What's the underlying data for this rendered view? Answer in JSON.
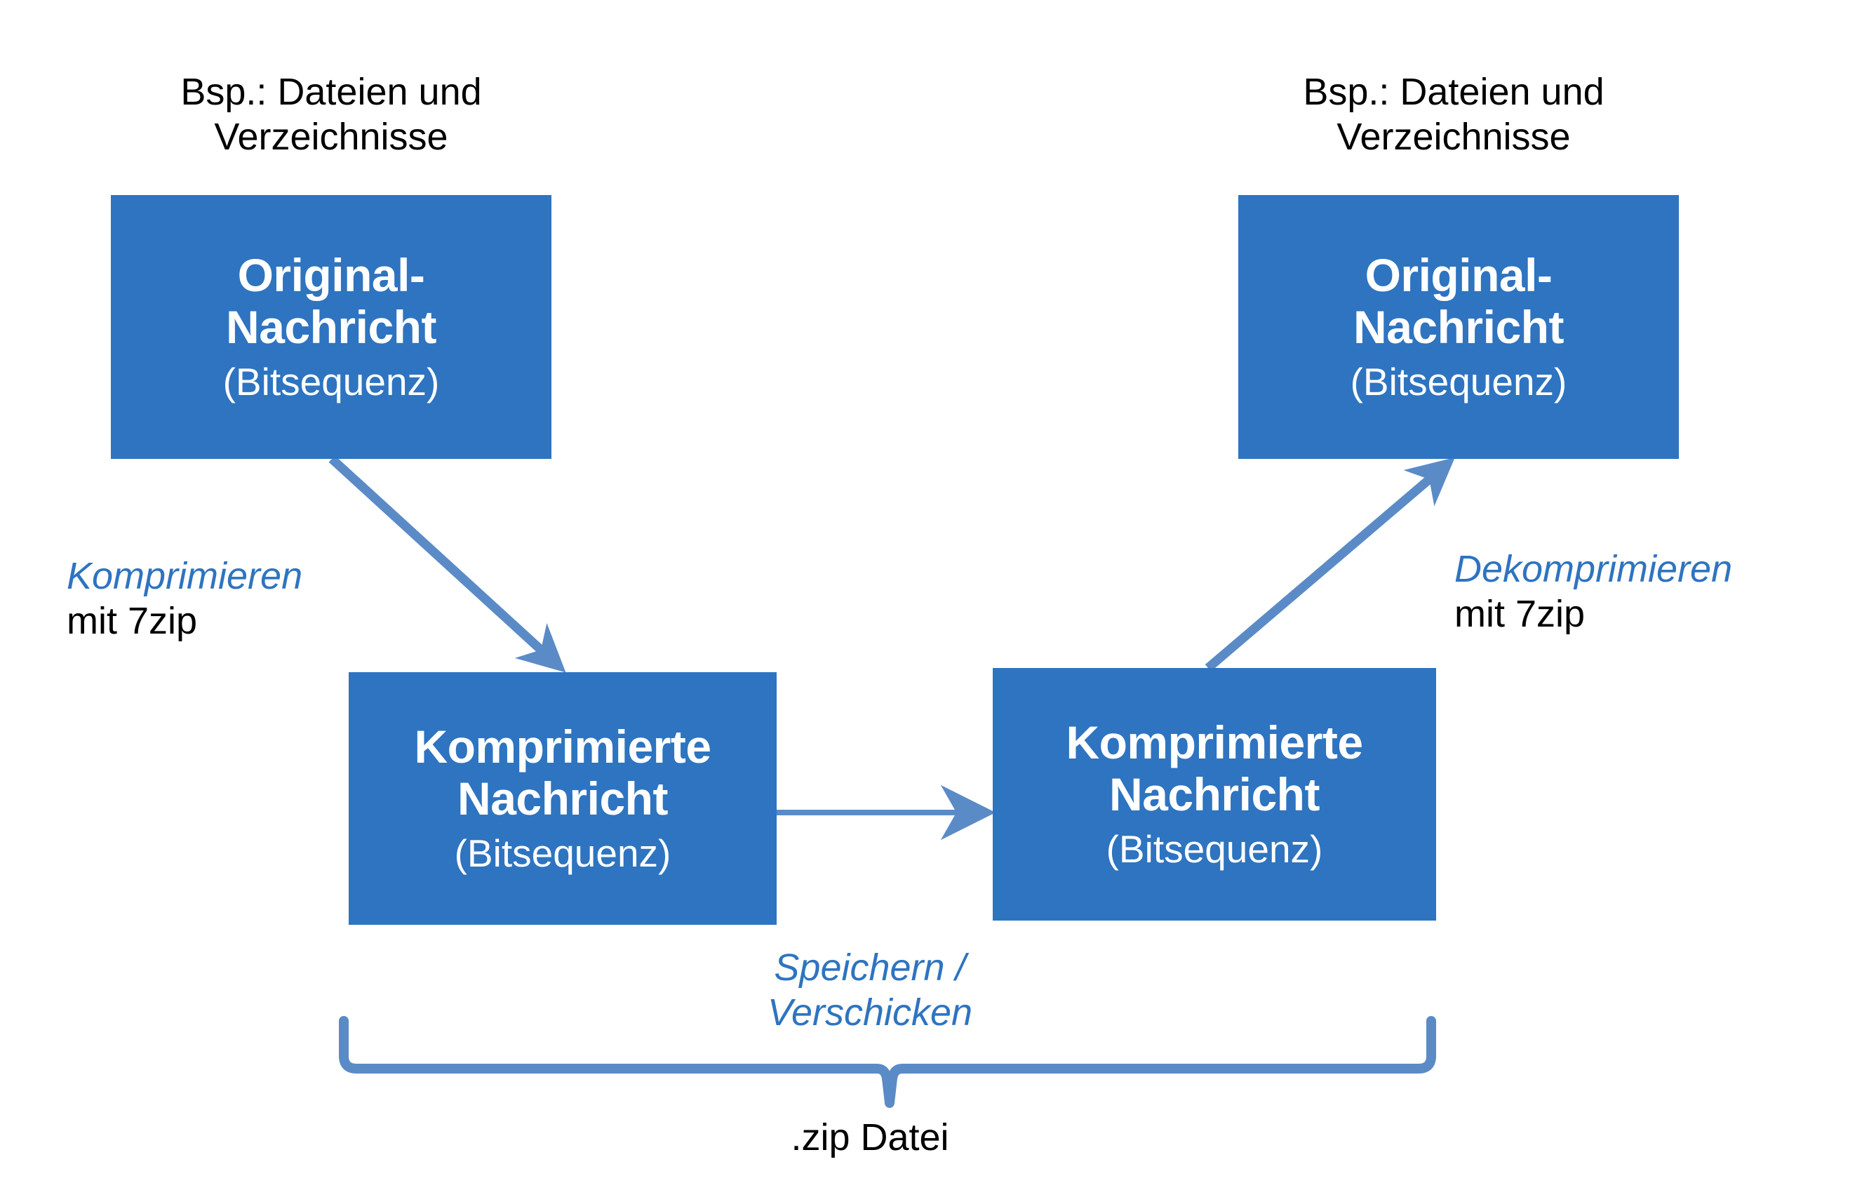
{
  "diagram": {
    "title_semantic": "zip-compression-workflow",
    "background_color": "#FFFFFF",
    "box_fill_color": "#2E74C0",
    "box_text_color": "#FFFFFF",
    "arrow_color": "#5B8BC7",
    "accent_text_color": "#2E74C0",
    "plain_text_color": "#000000"
  },
  "captions": {
    "left_example": "Bsp.: Dateien und\nVerzeichnisse",
    "right_example": "Bsp.: Dateien und\nVerzeichnisse"
  },
  "boxes": {
    "original_left": {
      "line1": "Original-",
      "line2": "Nachricht",
      "sub": "(Bitsequenz)"
    },
    "original_right": {
      "line1": "Original-",
      "line2": "Nachricht",
      "sub": "(Bitsequenz)"
    },
    "compressed_left": {
      "line1": "Komprimierte",
      "line2": "Nachricht",
      "sub": "(Bitsequenz)"
    },
    "compressed_right": {
      "line1": "Komprimierte",
      "line2": "Nachricht",
      "sub": "(Bitsequenz)"
    }
  },
  "labels": {
    "compress": {
      "action": "Komprimieren",
      "tool": "mit 7zip"
    },
    "decompress": {
      "action": "Dekomprimieren",
      "tool": "mit 7zip"
    },
    "transfer": "Speichern /\nVerschicken",
    "zip_file": ".zip Datei"
  },
  "arrows": {
    "compress_arrow": "diagonal-down-right",
    "transfer_arrow": "horizontal-right",
    "decompress_arrow": "diagonal-up-right",
    "grouping_brace": "brace-under-compressed-boxes"
  }
}
